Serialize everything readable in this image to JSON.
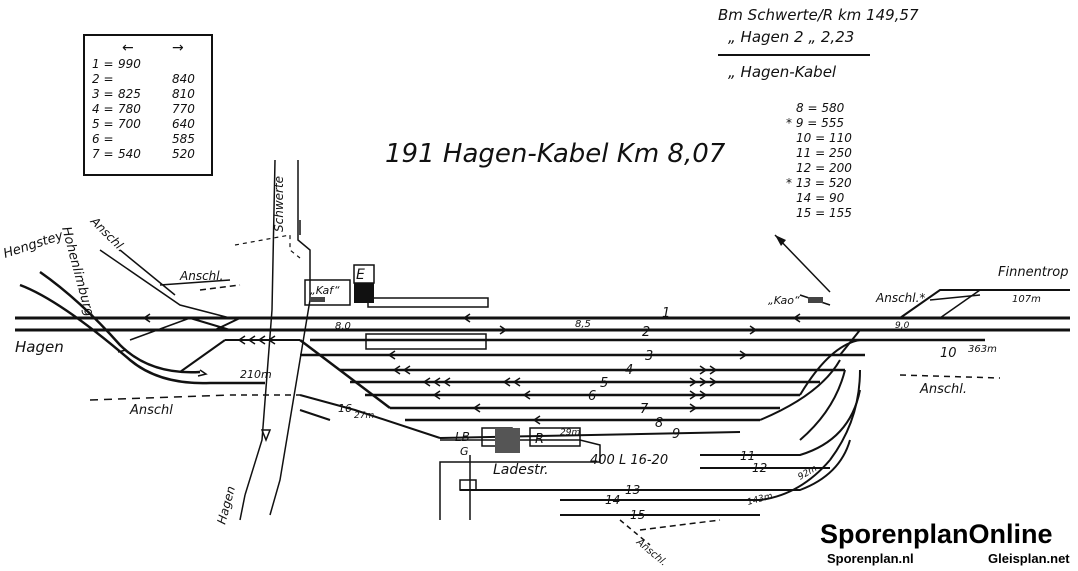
{
  "title": "191 Hagen-Kabel Km 8,07",
  "header": {
    "line1": "Bm Schwerte/R  km 149,57",
    "line2": "„  Hagen 2       „  2,23",
    "line3": "„  Hagen-Kabel"
  },
  "legend_left": {
    "arrow_left": "←",
    "arrow_right": "→",
    "rows": [
      {
        "track": "1",
        "left": "990",
        "right": ""
      },
      {
        "track": "2",
        "left": "",
        "right": "840"
      },
      {
        "track": "3",
        "left": "825",
        "right": "810"
      },
      {
        "track": "4",
        "left": "780",
        "right": "770"
      },
      {
        "track": "5",
        "left": "700",
        "right": "640"
      },
      {
        "track": "6",
        "left": "",
        "right": "585"
      },
      {
        "track": "7",
        "left": "540",
        "right": "520"
      }
    ]
  },
  "legend_right": [
    {
      "text": "8 = 580"
    },
    {
      "text": "* 9 = 555"
    },
    {
      "text": "10 = 110"
    },
    {
      "text": "11 = 250"
    },
    {
      "text": "12 = 200"
    },
    {
      "text": "* 13 = 520"
    },
    {
      "text": "14 = 90"
    },
    {
      "text": "15 = 155"
    }
  ],
  "places": {
    "hengstey": "Hengstey",
    "hohenlimburg": "Hohenlimburg",
    "hagen_left": "Hagen",
    "schwerte": "Schwerte",
    "hagen_bottom": "Hagen",
    "finnentrop": "Finnentrop"
  },
  "labels": {
    "anschl_1": "Anschl.",
    "anschl_2": "Anschl.",
    "anschl_3": "Anschl",
    "anschl_4": "Anschl.*",
    "anschl_5": "Anschl.",
    "anschl_6": "Anschl.",
    "kaf": "„Kaf“",
    "kao": "„Kao“",
    "e": "E",
    "lb": "LB",
    "g": "G",
    "r": "R",
    "ladestr": "Ladestr.",
    "length_400": "400 L 16-20",
    "km_80": "8,0",
    "km_85": "8,5",
    "km_90": "9,0",
    "len_210": "210m",
    "len_107": "107m",
    "len_363": "363m",
    "len_27": "27m",
    "len_29": "29m",
    "len_92": "92m",
    "len_143": "143m",
    "t16": "16",
    "t1": "1",
    "t2": "2",
    "t3": "3",
    "t4": "4",
    "t5": "5",
    "t6": "6",
    "t7": "7",
    "t8": "8",
    "t9": "9",
    "t10": "10",
    "t11": "11",
    "t12": "12",
    "t13": "13",
    "t14": "14",
    "t15": "15"
  },
  "watermark": {
    "brand": "SporenplanOnline",
    "site_left": "Sporenplan.nl",
    "site_right": "Gleisplan.net"
  }
}
